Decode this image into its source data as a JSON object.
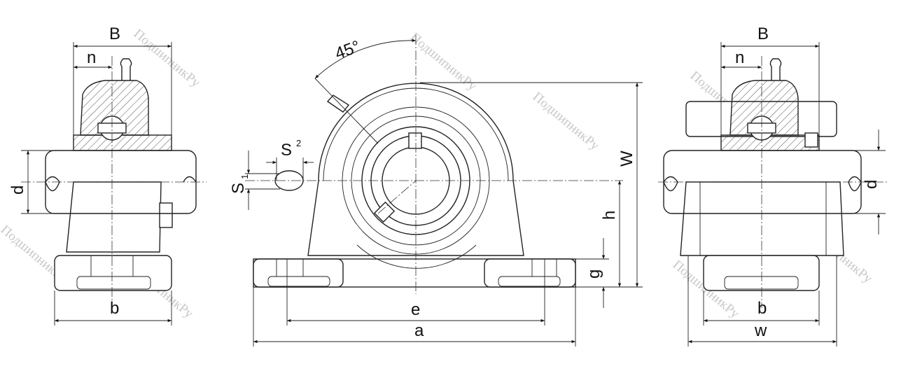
{
  "watermark": "ПодшипникРу",
  "left_view": {
    "B": "B",
    "n": "n",
    "d": "d",
    "b": "b"
  },
  "front_view": {
    "angle": "45°",
    "S2": "S",
    "S2_sup": "2",
    "S1": "S",
    "S1_sub": "1",
    "W": "W",
    "h": "h",
    "g": "g",
    "e": "e",
    "a": "a"
  },
  "right_view": {
    "B": "B",
    "n": "n",
    "d": "d",
    "b": "b",
    "w": "w"
  }
}
